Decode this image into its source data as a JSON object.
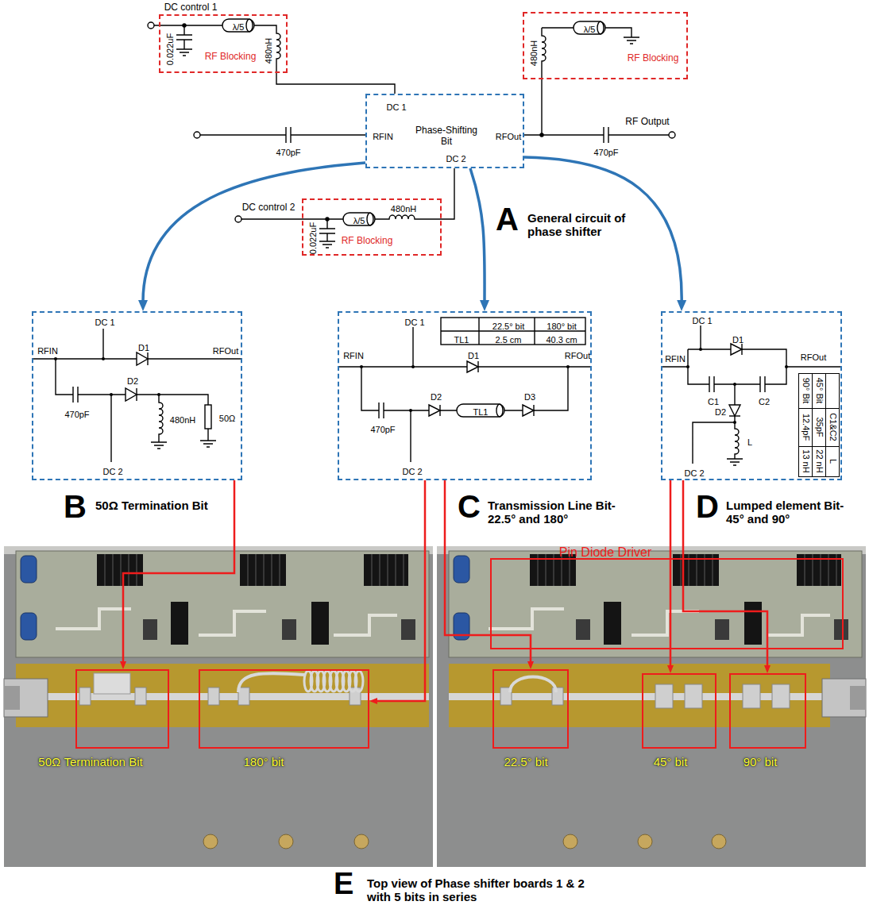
{
  "diagram": {
    "nodes": [
      {
        "text": [
          "0.022uF",
          "λ/5",
          "RF Blocking",
          "480nH"
        ]
      },
      {
        "text": [
          "480nH",
          "λ/5",
          "RF Blocking"
        ]
      },
      {
        "text": [
          "DC 1",
          "RFIN",
          "Phase-Shifting Bit",
          "RFOut",
          "DC 2"
        ]
      },
      {
        "text": [
          "0.022uF",
          "λ/5",
          "480nH",
          "RF Blocking"
        ]
      },
      {
        "text": [
          "DC 1",
          "RFIN",
          "D1",
          "RFOut",
          "D2",
          "470pF",
          "480nH",
          "50Ω",
          "DC 2"
        ]
      },
      {
        "text": [
          "DC 1",
          "22.5° bit",
          "180° bit",
          "TL1",
          "2.5 cm",
          "40.3 cm",
          "RFIN",
          "D1",
          "RFOut",
          "470pF",
          "D2",
          "TL1",
          "D3",
          "DC 2"
        ]
      },
      {
        "text": [
          "DC 1",
          "RFIN",
          "D1",
          "RFOut",
          "C1",
          "C2",
          "D2",
          "L",
          "DC 2",
          "C1&C2",
          "L",
          "45° Bit",
          "35pF",
          "22 nH",
          "90° Bit",
          "12.4pF",
          "13 nH"
        ]
      },
      {
        "text": [
          "50Ω Termination Bit"
        ]
      },
      {
        "text": [
          "180° bit"
        ]
      },
      {
        "text": [
          "Pin Diode Driver"
        ]
      },
      {
        "text": [
          "22.5° bit"
        ]
      },
      {
        "text": [
          "45° bit"
        ]
      },
      {
        "text": [
          "90° bit"
        ]
      }
    ],
    "edges": [
      {
        "from": 0,
        "to": 2,
        "arrow": "none"
      },
      {
        "from": 1,
        "to": 2,
        "arrow": "none"
      },
      {
        "from": 3,
        "to": 2,
        "arrow": "none"
      },
      {
        "from": 2,
        "to": 4,
        "arrow": "to"
      },
      {
        "from": 2,
        "to": 5,
        "arrow": "to"
      },
      {
        "from": 2,
        "to": 6,
        "arrow": "to"
      },
      {
        "from": 4,
        "to": 7,
        "arrow": "to"
      },
      {
        "from": 5,
        "to": 8,
        "arrow": "to"
      },
      {
        "from": 5,
        "to": 10,
        "arrow": "to"
      },
      {
        "from": 6,
        "to": 11,
        "arrow": "to"
      },
      {
        "from": 6,
        "to": 12,
        "arrow": "to"
      }
    ],
    "labels": [
      "DC control 1",
      "470pF",
      "470pF",
      "RF Output",
      "DC control 2",
      "A",
      "General circuit of phase shifter",
      "B",
      "50Ω Termination Bit",
      "C",
      "Transmission Line Bit- 22.5° and 180°",
      "D",
      "Lumped element Bit- 45° and 90°",
      "E",
      "Top view of Phase shifter boards 1 & 2 with 5 bits in series"
    ]
  }
}
